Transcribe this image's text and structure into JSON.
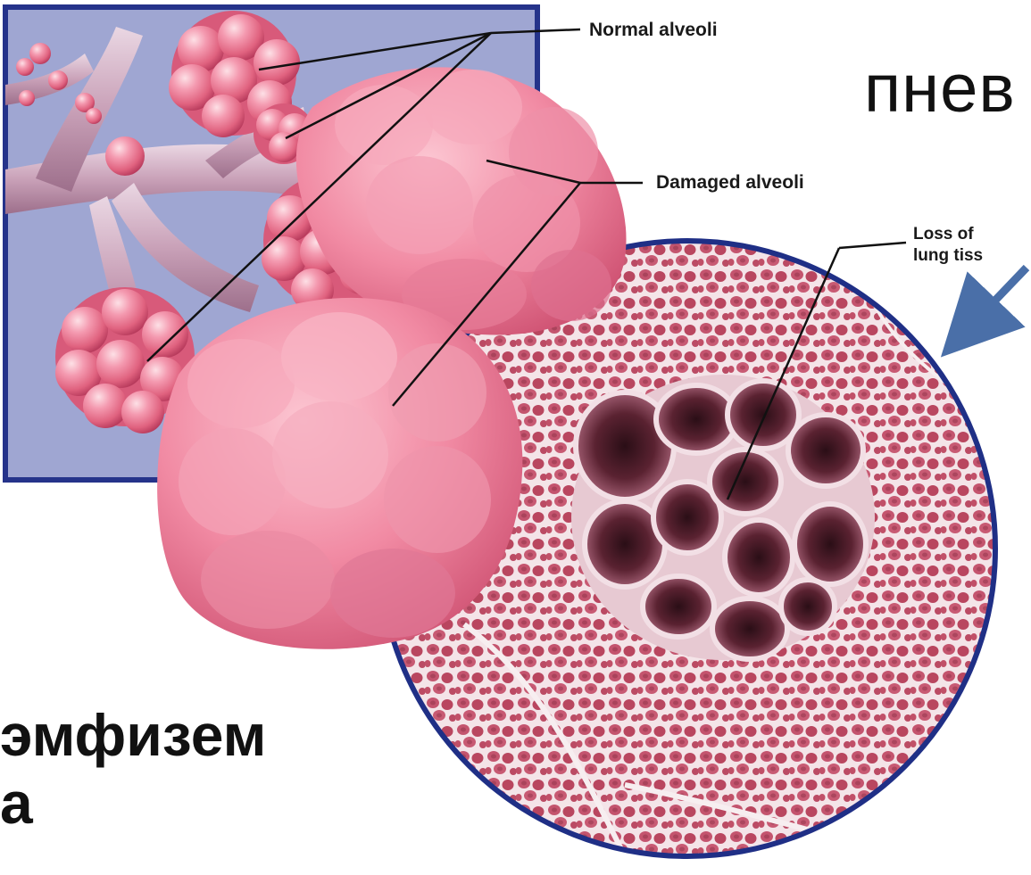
{
  "labels": {
    "normal_alveoli": "Normal alveoli",
    "damaged_alveoli": "Damaged alveoli",
    "loss_line_1": "Loss of",
    "loss_line_2": "lung tiss"
  },
  "title_fragment": "пнев",
  "caption": {
    "line_1": "эмфизем",
    "line_2": "а"
  },
  "colors": {
    "inset_background": "#9fa6d2",
    "inset_border": "#25338a",
    "alveoli_pink": "#e56f8e",
    "tissue_pink": "#c0546e",
    "arrow_blue": "#4a6fa8",
    "circle_border": "#1f2f86"
  }
}
